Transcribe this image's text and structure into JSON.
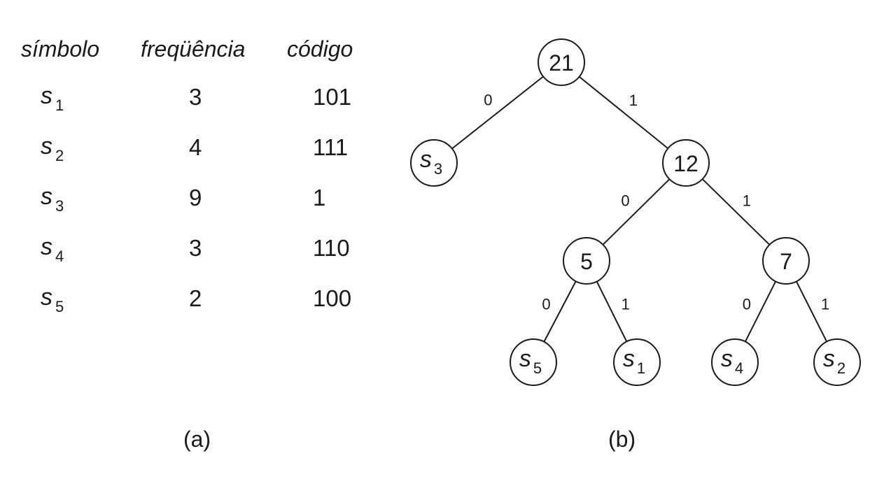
{
  "table": {
    "headers": {
      "symbol": "símbolo",
      "frequency": "freqüência",
      "code": "código"
    },
    "rows": [
      {
        "sym": "s",
        "idx": "1",
        "freq": "3",
        "code": "101"
      },
      {
        "sym": "s",
        "idx": "2",
        "freq": "4",
        "code": "111"
      },
      {
        "sym": "s",
        "idx": "3",
        "freq": "9",
        "code": "1"
      },
      {
        "sym": "s",
        "idx": "4",
        "freq": "3",
        "code": "110"
      },
      {
        "sym": "s",
        "idx": "5",
        "freq": "2",
        "code": "100"
      }
    ]
  },
  "tree": {
    "nodes": [
      {
        "id": "root",
        "label": "21"
      },
      {
        "id": "s3",
        "sym": "s",
        "idx": "3"
      },
      {
        "id": "n12",
        "label": "12"
      },
      {
        "id": "n5",
        "label": "5"
      },
      {
        "id": "n7",
        "label": "7"
      },
      {
        "id": "s5",
        "sym": "s",
        "idx": "5"
      },
      {
        "id": "s1",
        "sym": "s",
        "idx": "1"
      },
      {
        "id": "s4",
        "sym": "s",
        "idx": "4"
      },
      {
        "id": "s2",
        "sym": "s",
        "idx": "2"
      }
    ],
    "edges": [
      {
        "from": "root",
        "to": "s3",
        "bit": "0"
      },
      {
        "from": "root",
        "to": "n12",
        "bit": "1"
      },
      {
        "from": "n12",
        "to": "n5",
        "bit": "0"
      },
      {
        "from": "n12",
        "to": "n7",
        "bit": "1"
      },
      {
        "from": "n5",
        "to": "s5",
        "bit": "0"
      },
      {
        "from": "n5",
        "to": "s1",
        "bit": "1"
      },
      {
        "from": "n7",
        "to": "s4",
        "bit": "0"
      },
      {
        "from": "n7",
        "to": "s2",
        "bit": "1"
      }
    ]
  },
  "labels": {
    "a": "(a)",
    "b": "(b)"
  }
}
